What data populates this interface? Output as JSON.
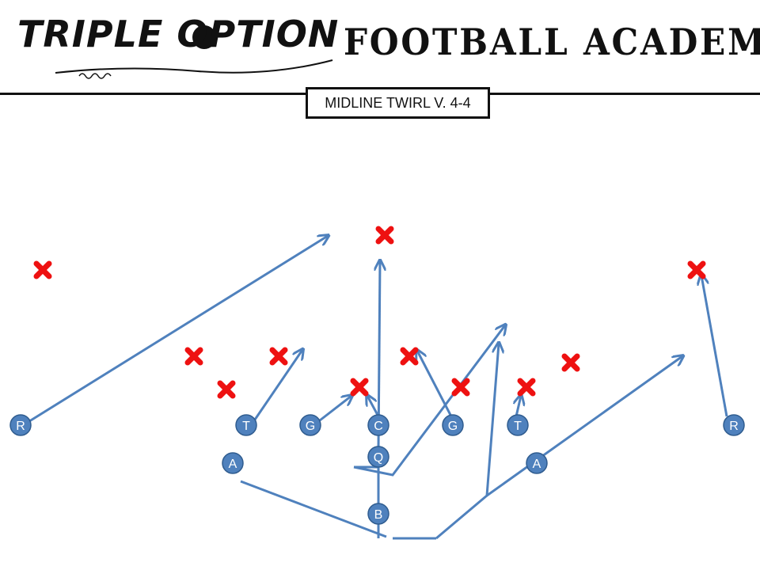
{
  "header": {
    "logo_left": "TRIPLE OPTION",
    "logo_right": "FOOTBALL ACADEMY"
  },
  "play": {
    "title": "MIDLINE TWIRL V. 4-4"
  },
  "colors": {
    "route": "#4F81BD",
    "player_fill": "#4F81BD",
    "player_stroke": "#2F5C8F",
    "defender": "#EE1111"
  },
  "offense": [
    {
      "label": "R"
    },
    {
      "label": "T"
    },
    {
      "label": "G"
    },
    {
      "label": "C"
    },
    {
      "label": "G"
    },
    {
      "label": "T"
    },
    {
      "label": "R"
    },
    {
      "label": "A"
    },
    {
      "label": "Q"
    },
    {
      "label": "A"
    },
    {
      "label": "B"
    }
  ]
}
